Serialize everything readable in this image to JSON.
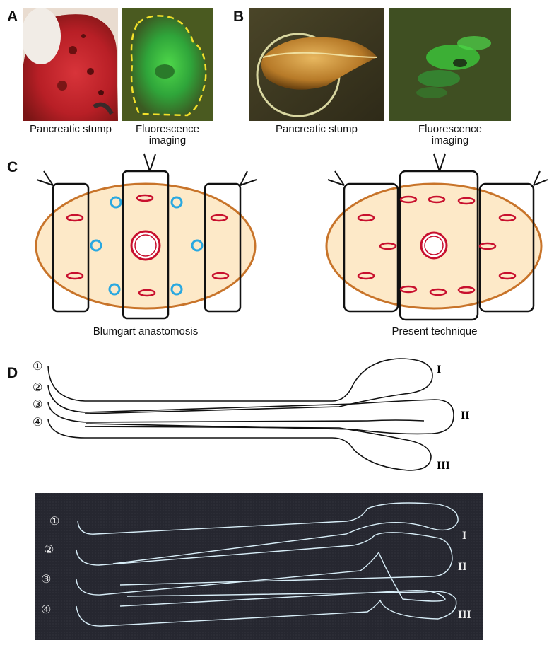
{
  "panels": {
    "a": {
      "letter": "A",
      "captions": [
        "Pancreatic stump",
        "Fluorescence imaging"
      ]
    },
    "b": {
      "letter": "B",
      "captions": [
        "Pancreatic stump",
        "Fluorescence imaging"
      ]
    },
    "c": {
      "letter": "C",
      "left_caption": "Blumgart anastomosis",
      "right_caption": "Present technique"
    },
    "d": {
      "letter": "D",
      "thread_numbers": [
        "①",
        "②",
        "③",
        "④"
      ],
      "loop_labels": [
        "I",
        "II",
        "III"
      ]
    }
  },
  "colors": {
    "tissue_fill": "#fde9c8",
    "tissue_outline": "#c8742a",
    "suture_red": "#c8102e",
    "circle_blue": "#2aa8e0",
    "fluorescence_green": "#3ccf3c",
    "dashed_outline": "#f2e02a",
    "photo_background": "#262730"
  }
}
